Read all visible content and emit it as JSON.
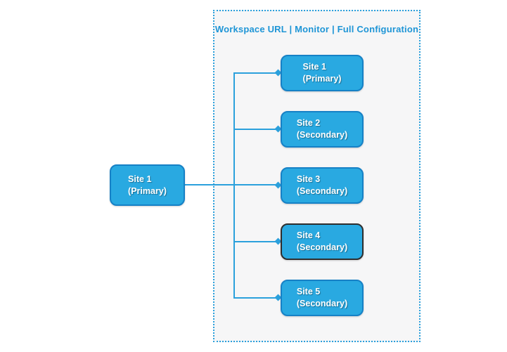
{
  "diagram": {
    "title": "Workspace URL | Monitor | Full Configuration",
    "primary": {
      "label": "Site 1\n(Primary)"
    },
    "sites": [
      {
        "label": "Site  1\n(Primary)"
      },
      {
        "label": "Site 2\n(Secondary)"
      },
      {
        "label": "Site  3\n(Secondary)"
      },
      {
        "label": "Site 4\n(Secondary)"
      },
      {
        "label": "Site 5\n(Secondary)"
      }
    ]
  },
  "colors": {
    "node_fill": "#29A9E1",
    "node_border": "#1681C6",
    "node_border_dark": "#2E2E2E",
    "node_text": "#FFFFFF",
    "connector": "#2BA0DC",
    "container_border": "#2BA0DC",
    "container_bg": "#F6F6F7",
    "title_color": "#1E95D6"
  }
}
